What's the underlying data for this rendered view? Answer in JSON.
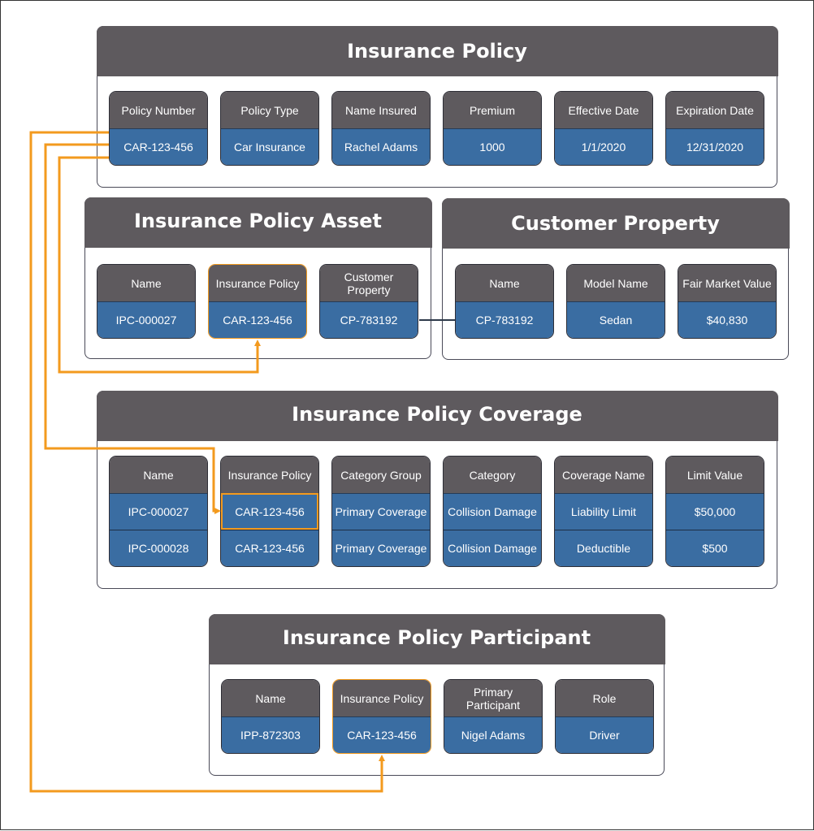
{
  "panels": {
    "policy": {
      "title": "Insurance Policy",
      "fields": [
        {
          "label": "Policy Number",
          "values": [
            "CAR-123-456"
          ]
        },
        {
          "label": "Policy Type",
          "values": [
            "Car Insurance"
          ]
        },
        {
          "label": "Name Insured",
          "values": [
            "Rachel Adams"
          ]
        },
        {
          "label": "Premium",
          "values": [
            "1000"
          ]
        },
        {
          "label": "Effective Date",
          "values": [
            "1/1/2020"
          ]
        },
        {
          "label": "Expiration Date",
          "values": [
            "12/31/2020"
          ]
        }
      ]
    },
    "asset": {
      "title": "Insurance Policy Asset",
      "fields": [
        {
          "label": "Name",
          "values": [
            "IPC-000027"
          ]
        },
        {
          "label": "Insurance Policy",
          "values": [
            "CAR-123-456"
          ]
        },
        {
          "label": "Customer Property",
          "values": [
            "CP-783192"
          ]
        }
      ]
    },
    "property": {
      "title": "Customer Property",
      "fields": [
        {
          "label": "Name",
          "values": [
            "CP-783192"
          ]
        },
        {
          "label": "Model Name",
          "values": [
            "Sedan"
          ]
        },
        {
          "label": "Fair Market Value",
          "values": [
            "$40,830"
          ]
        }
      ]
    },
    "coverage": {
      "title": "Insurance Policy Coverage",
      "fields": [
        {
          "label": "Name",
          "values": [
            "IPC-000027",
            "IPC-000028"
          ]
        },
        {
          "label": "Insurance Policy",
          "values": [
            "CAR-123-456",
            "CAR-123-456"
          ]
        },
        {
          "label": "Category Group",
          "values": [
            "Primary Coverage",
            "Primary Coverage"
          ]
        },
        {
          "label": "Category",
          "values": [
            "Collision Damage",
            "Collision Damage"
          ]
        },
        {
          "label": "Coverage Name",
          "values": [
            "Liability Limit",
            "Deductible"
          ]
        },
        {
          "label": "Limit Value",
          "values": [
            "$50,000",
            "$500"
          ]
        }
      ]
    },
    "participant": {
      "title": "Insurance Policy Participant",
      "fields": [
        {
          "label": "Name",
          "values": [
            "IPP-872303"
          ]
        },
        {
          "label": "Insurance Policy",
          "values": [
            "CAR-123-456"
          ]
        },
        {
          "label": "Primary Participant",
          "values": [
            "Nigel Adams"
          ]
        },
        {
          "label": "Role",
          "values": [
            "Driver"
          ]
        }
      ]
    }
  },
  "colors": {
    "header": "#5e5a5e",
    "value": "#3a6da2",
    "link": "#f39a1e",
    "join": "#2e3a4a"
  }
}
